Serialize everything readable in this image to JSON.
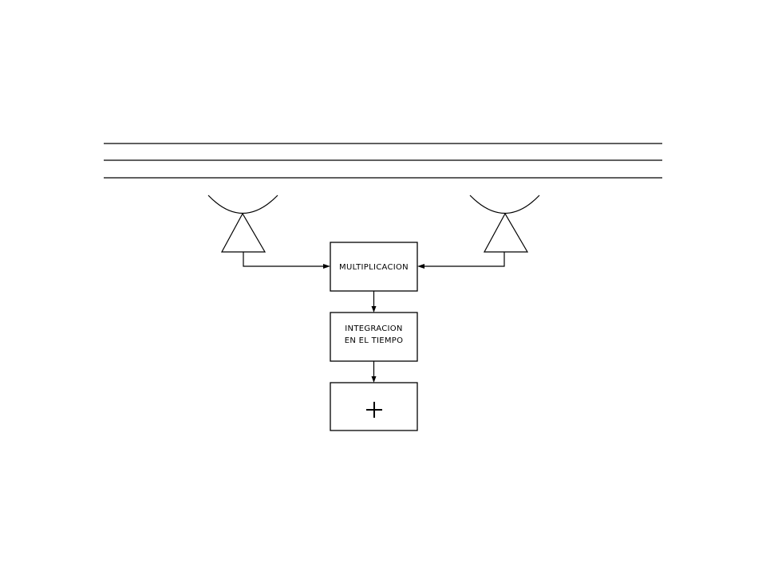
{
  "diagram": {
    "boxes": {
      "multiplication": {
        "label": "MULTIPLICACION"
      },
      "integration": {
        "lines": [
          "INTEGRACION",
          "EN EL TIEMPO"
        ]
      },
      "output": {
        "symbol": "+"
      }
    }
  }
}
